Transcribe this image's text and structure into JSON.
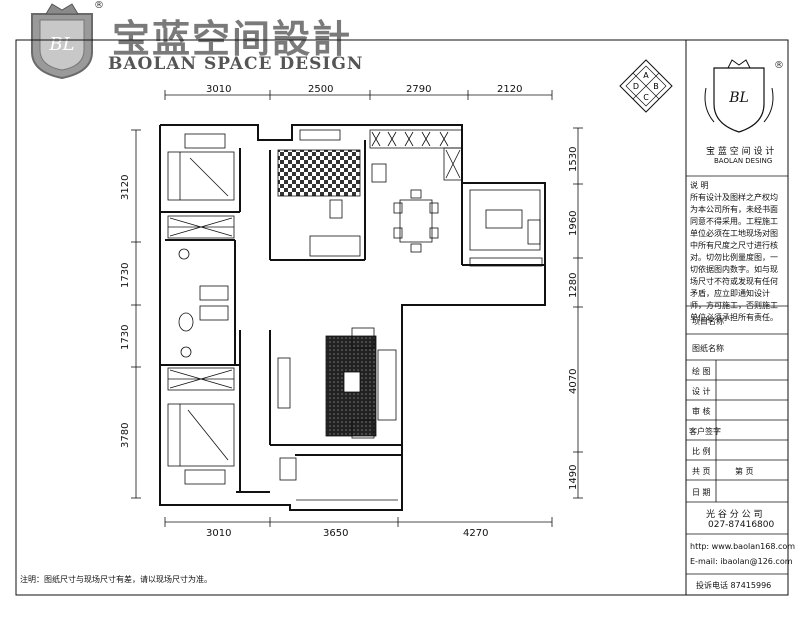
{
  "brand": {
    "name_cn": "宝蓝空间設計",
    "name_en": "BAOLAN SPACE DESIGN",
    "registered_mark": "®",
    "logo_letters": "BL"
  },
  "diamond_letters": [
    "A",
    "B",
    "C",
    "D"
  ],
  "dimensions": {
    "top": [
      "3010",
      "2500",
      "2790",
      "2120"
    ],
    "bottom": [
      "3010",
      "3650",
      "4270"
    ],
    "left": [
      "3120",
      "1730",
      "1730",
      "3780"
    ],
    "right": [
      "1530",
      "1960",
      "1280",
      "4070",
      "1490"
    ]
  },
  "title_block": {
    "logo_cn": "宝 蓝 空 间 设 计",
    "logo_en": "BAOLAN DESING",
    "registered_mark": "®",
    "notes_title": "说 明",
    "notes_text": "所有设计及图样之产权均为本公司所有，未经书面同意不得采用。工程施工单位必须在工地现场对图中所有尺度之尺寸进行核对。切勿比例量度图，一切依据图内数字。如与现场尺寸不符或发现有任何矛盾，应立即通知设计师，方可施工，否则施工单位必须承担所有责任。",
    "project_label": "项目名称",
    "drawing_label": "图纸名称",
    "rows": [
      "绘 图",
      "设 计",
      "审 核",
      "客户签字",
      "比 例"
    ],
    "pages_label": "共 页",
    "page_label": "第 页",
    "date_label": "日 期",
    "company": "光 谷 分 公 司",
    "phone": "027-87416800",
    "website": "http: www.baolan168.com",
    "email": "E-mail: ibaolan@126.com",
    "complaint": "投诉电话 87415996"
  },
  "footnote": "注明：图纸尺寸与现场尺寸有差，请以现场尺寸为准。"
}
